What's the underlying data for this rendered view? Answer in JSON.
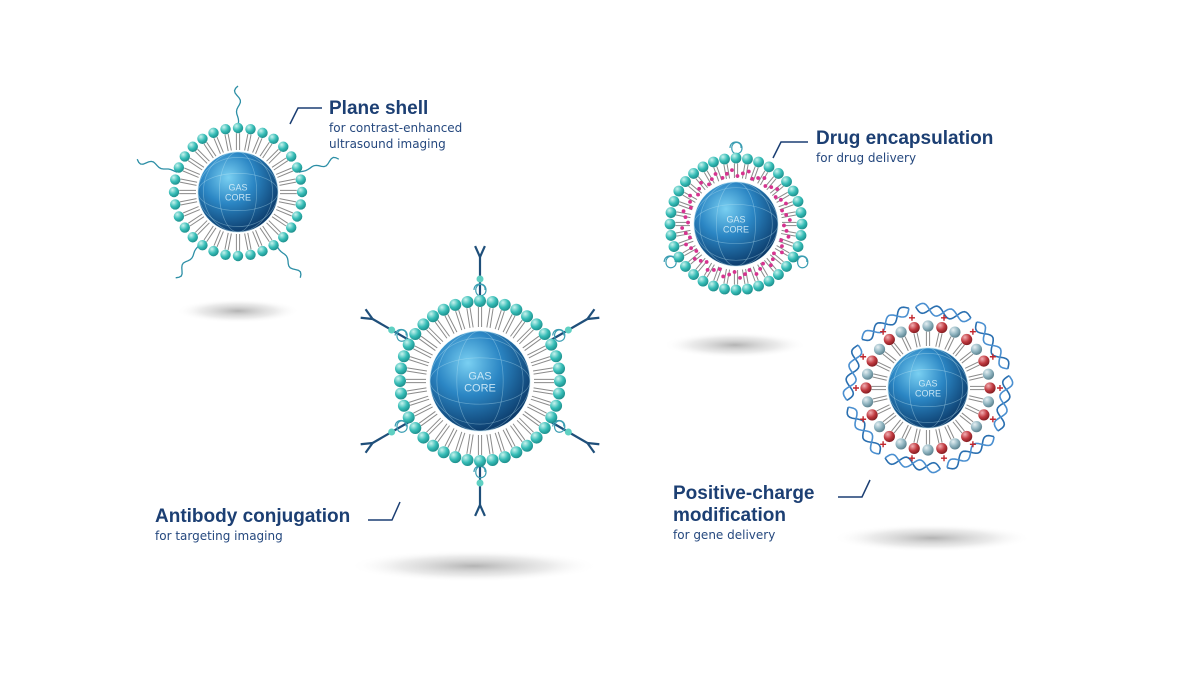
{
  "core_label": {
    "line1": "GAS",
    "line2": "CORE"
  },
  "panels": {
    "plane": {
      "title": "Plane shell",
      "sub1": "for contrast-enhanced",
      "sub2": "ultrasound imaging"
    },
    "drug": {
      "title": "Drug encapsulation",
      "sub1": "for drug delivery"
    },
    "antibody": {
      "title": "Antibody conjugation",
      "sub1": "for targeting imaging"
    },
    "positive": {
      "title1": "Positive-charge",
      "title2": "modification",
      "sub1": "for gene delivery"
    }
  },
  "colors": {
    "title": "#1c3f73",
    "core_dark": "#0b3a66",
    "core_light": "#4fb3e0",
    "lipid_head": "#2fb8b4",
    "lipid_tail": "#8a8a8a",
    "drug": "#d6338f",
    "cationic_head": "#b8323a",
    "charge": "#c0262d",
    "dna": "#2a6fb0"
  }
}
